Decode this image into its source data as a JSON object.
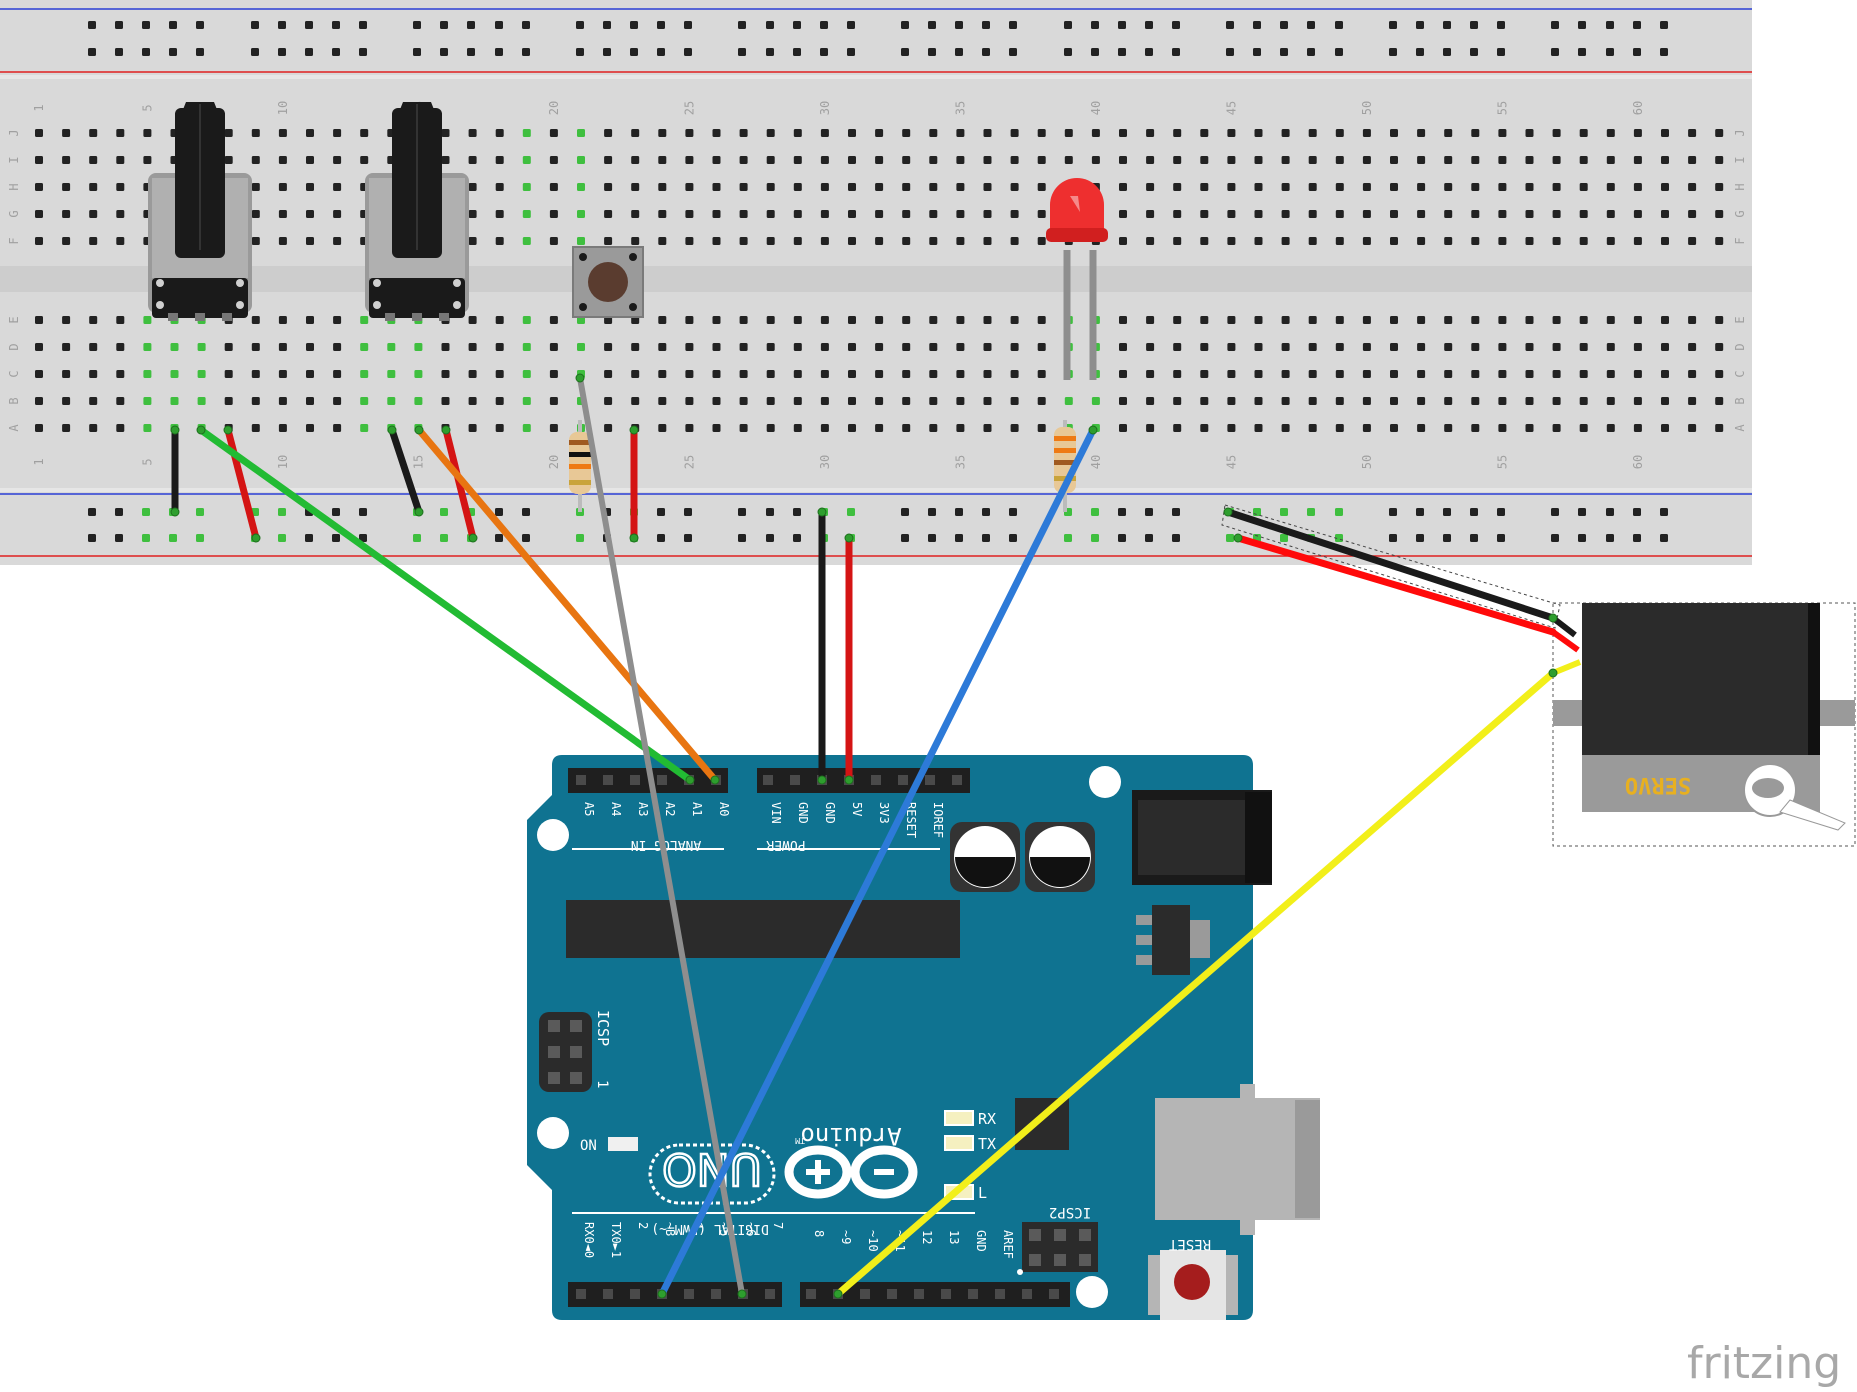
{
  "brand": "fritzing",
  "colors": {
    "breadboard": "#d9d9d9",
    "rail_blue": "#2b3fd6",
    "rail_red": "#e02020",
    "arduino": "#0f7391",
    "wire_green": "#22bb33",
    "wire_orange": "#e87511",
    "wire_gray": "#8e8e8e",
    "wire_blue": "#2d7ad8",
    "wire_yellow": "#f2ef1a",
    "wire_red": "#d41414",
    "wire_black": "#1a1a1a"
  },
  "breadboard": {
    "column_numbers": [
      "1",
      "5",
      "10",
      "15",
      "20",
      "25",
      "30",
      "35",
      "40",
      "45",
      "50",
      "55",
      "60"
    ],
    "row_letters_top": [
      "J",
      "I",
      "H",
      "G",
      "F"
    ],
    "row_letters_bottom": [
      "E",
      "D",
      "C",
      "B",
      "A"
    ]
  },
  "arduino": {
    "analog_pins": [
      "A5",
      "A4",
      "A3",
      "A2",
      "A1",
      "A0"
    ],
    "analog_label": "ANALOG IN",
    "power_pins": [
      "VIN",
      "GND",
      "GND",
      "5V",
      "3V3",
      "RESET",
      "IOREF"
    ],
    "power_label": "POWER",
    "digital_pins_low": [
      "RX0◄0",
      "TX0►1",
      "2",
      "~3",
      "4",
      "~5",
      "~6",
      "7"
    ],
    "digital_pins_high": [
      "8",
      "~9",
      "~10",
      "~11",
      "12",
      "13",
      "GND",
      "AREF"
    ],
    "digital_label": "DIGITAL (PWM=~)",
    "logo": "Arduino",
    "tm": "TM",
    "model": "UNO",
    "icsp": "ICSP",
    "icsp_one": "1",
    "icsp2": "ICSP2",
    "on_label": "ON",
    "rx_label": "RX",
    "tx_label": "TX",
    "l_label": "L",
    "reset_label": "RESET"
  },
  "servo": {
    "label": "SERVO"
  }
}
